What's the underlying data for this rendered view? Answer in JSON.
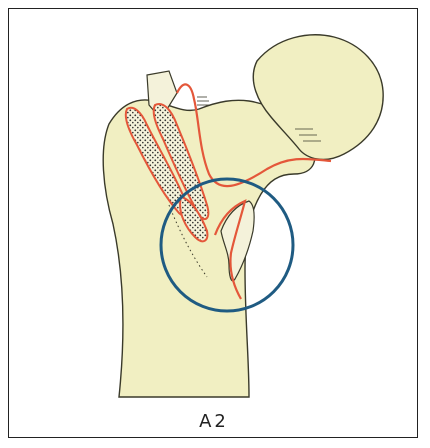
{
  "caption": "A2",
  "colors": {
    "bone_fill": "#f1efc2",
    "bone_outline": "#3a3a2a",
    "fracture_line": "#e4573a",
    "magnifier_circle": "#1f5b82",
    "comminution_dots": "#333333"
  },
  "icons": {
    "bone": "proximal-femur",
    "highlight": "magnifier-circle"
  }
}
